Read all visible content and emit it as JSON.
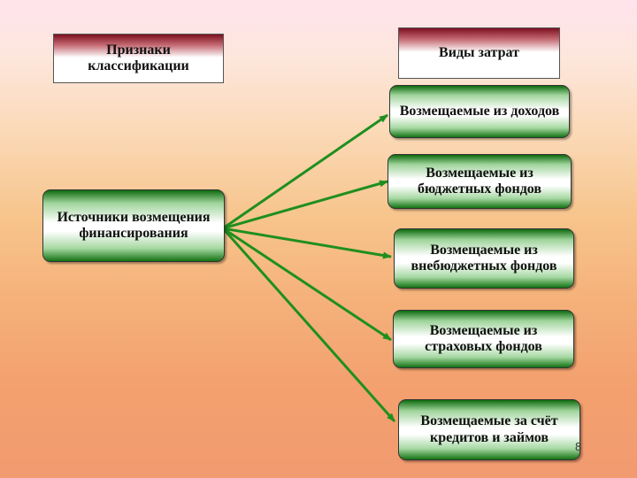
{
  "headers": {
    "left": "Признаки классификации",
    "right": "Виды затрат"
  },
  "source": {
    "label": "Источники возмещения финансирования"
  },
  "targets": [
    {
      "label": "Возмещаемые из доходов"
    },
    {
      "label": "Возмещаемые из бюджетных фондов"
    },
    {
      "label": "Возмещаемые из внебюджетных фондов"
    },
    {
      "label": "Возмещаемые из страховых фондов"
    },
    {
      "label": "Возмещаемые за счёт кредитов и займов"
    }
  ],
  "page_number": "8",
  "colors": {
    "arrow": "#1f8f1f",
    "header_accent": "#7e1020",
    "node_green": "#137313"
  }
}
